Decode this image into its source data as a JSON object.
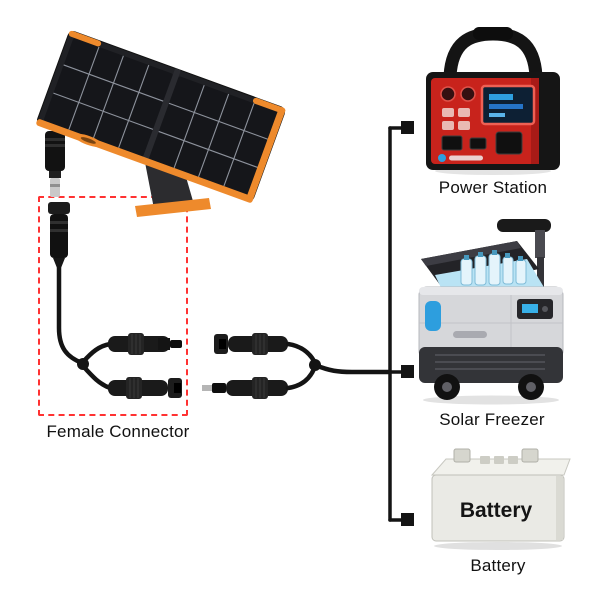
{
  "diagram": {
    "female_connector_label": "Female Connector",
    "battery_face_text": "Battery",
    "devices": [
      {
        "id": "power-station",
        "label": "Power Station"
      },
      {
        "id": "solar-freezer",
        "label": "Solar Freezer"
      },
      {
        "id": "battery",
        "label": "Battery"
      }
    ],
    "connections": [
      {
        "from": "solar-panel",
        "via": [
          "dc-female-connector",
          "mc4-y-splitter"
        ],
        "to": [
          "power-station",
          "solar-freezer",
          "battery"
        ]
      }
    ],
    "illustrations": {
      "solar_panel": "solar-panel",
      "dc_male_plug": "dc-male-plug",
      "dc_female_connector": "dc-female-connector",
      "mc4_splitter": "mc4-y-splitter",
      "power_station": "power-station",
      "solar_freezer": "solar-freezer",
      "battery": "battery"
    }
  },
  "colors": {
    "highlight_red": "#ff3232",
    "panel_orange": "#ee8a2c",
    "power_station_red": "#c8231c",
    "cable_black": "#141414",
    "interior_blue": "#b9e3f4",
    "freezer_accent_blue": "#2d9ede",
    "label_text": "#111111"
  }
}
